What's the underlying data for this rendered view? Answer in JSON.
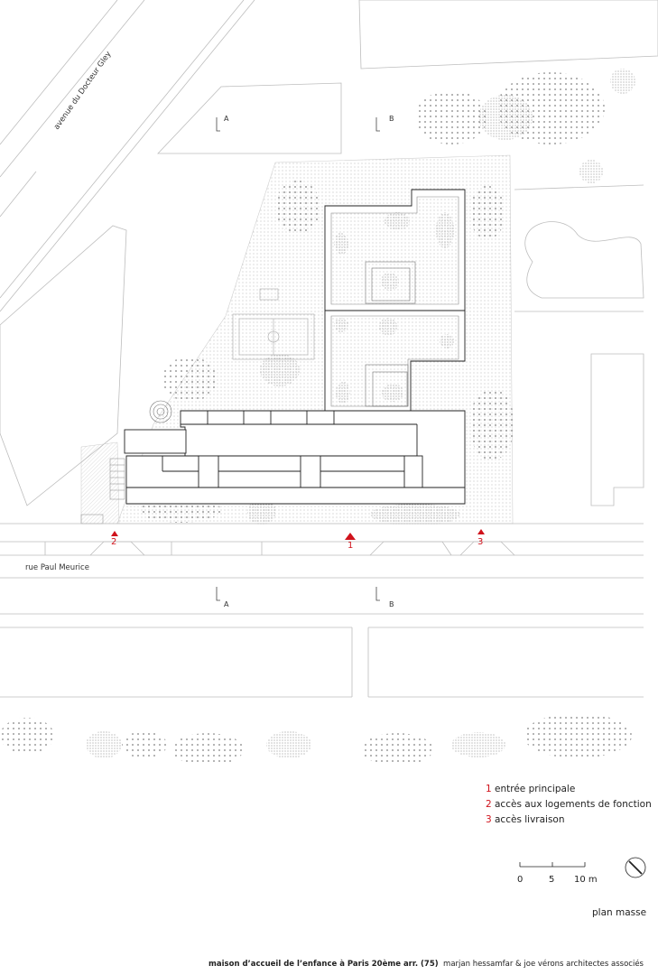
{
  "streets": {
    "avenue": "avenue du Docteur Gley",
    "rue": "rue Paul Meurice"
  },
  "sections": {
    "a_top": "A",
    "b_top": "B",
    "a_bottom": "A",
    "b_bottom": "B"
  },
  "access_markers": {
    "m1": "1",
    "m2": "2",
    "m3": "3"
  },
  "legend": {
    "items": [
      {
        "num": "1",
        "text": "entrée principale"
      },
      {
        "num": "2",
        "text": "accès aux logements de fonction"
      },
      {
        "num": "3",
        "text": "accès livraison"
      }
    ]
  },
  "scale": {
    "t0": "0",
    "t5": "5",
    "t10": "10 m"
  },
  "title": "plan masse",
  "footer": {
    "project": "maison d’accueil de l’enfance à Paris 20ème arr. (75)",
    "architects": "marjan hessamfar & joe vérons architectes associés"
  },
  "colors": {
    "accent_red": "#d0121b",
    "line": "#222222",
    "light_line": "#b5b5b5"
  }
}
